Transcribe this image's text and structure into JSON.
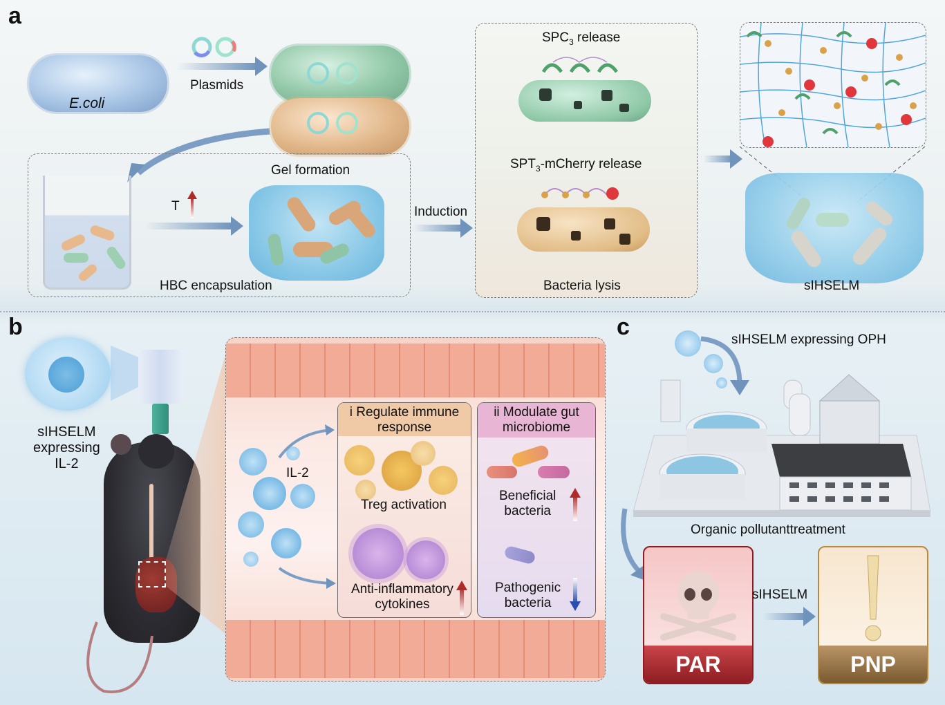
{
  "panel_a": {
    "letter": "a",
    "ecoli_label": "E.coli",
    "plasmids_label": "Plasmids",
    "gel_formation_label": "Gel formation",
    "temperature_label": "T",
    "hbc_label": "HBC encapsulation",
    "induction_label": "Induction",
    "spc3_label_main": "SPC",
    "spc3_label_sub": "3",
    "spc3_label_tail": " release",
    "spt3_label_main": "SPT",
    "spt3_label_sub": "3",
    "spt3_label_tail": "-mCherry release",
    "lysis_label": "Bacteria lysis",
    "product_label": "sIHSELM"
  },
  "panel_b": {
    "letter": "b",
    "oral_label_line1": "sIHSELM",
    "oral_label_line2": "expressing",
    "oral_label_line3": "IL-2",
    "il2_label": "IL-2",
    "box_i_title_line1": "i Regulate immune",
    "box_i_title_line2": "response",
    "treg_label": "Treg activation",
    "cytokines_line1": "Anti-inflammatory",
    "cytokines_line2": "cytokines",
    "box_ii_title_line1": "ii Modulate gut",
    "box_ii_title_line2": "microbiome",
    "beneficial_line1": "Beneficial",
    "beneficial_line2": "bacteria",
    "pathogenic_line1": "Pathogenic",
    "pathogenic_line2": "bacteria",
    "trend_up_color": "#b02a2a",
    "trend_down_color": "#2a4fb0"
  },
  "panel_c": {
    "letter": "c",
    "oph_label": "sIHSELM expressing OPH",
    "treatment_label": "Organic pollutanttreatment",
    "conversion_label": "sIHSELM",
    "toxic_card_label": "PAR",
    "product_card_label": "PNP",
    "toxic_color": "#a3262c",
    "product_color": "#8a6a3c"
  }
}
